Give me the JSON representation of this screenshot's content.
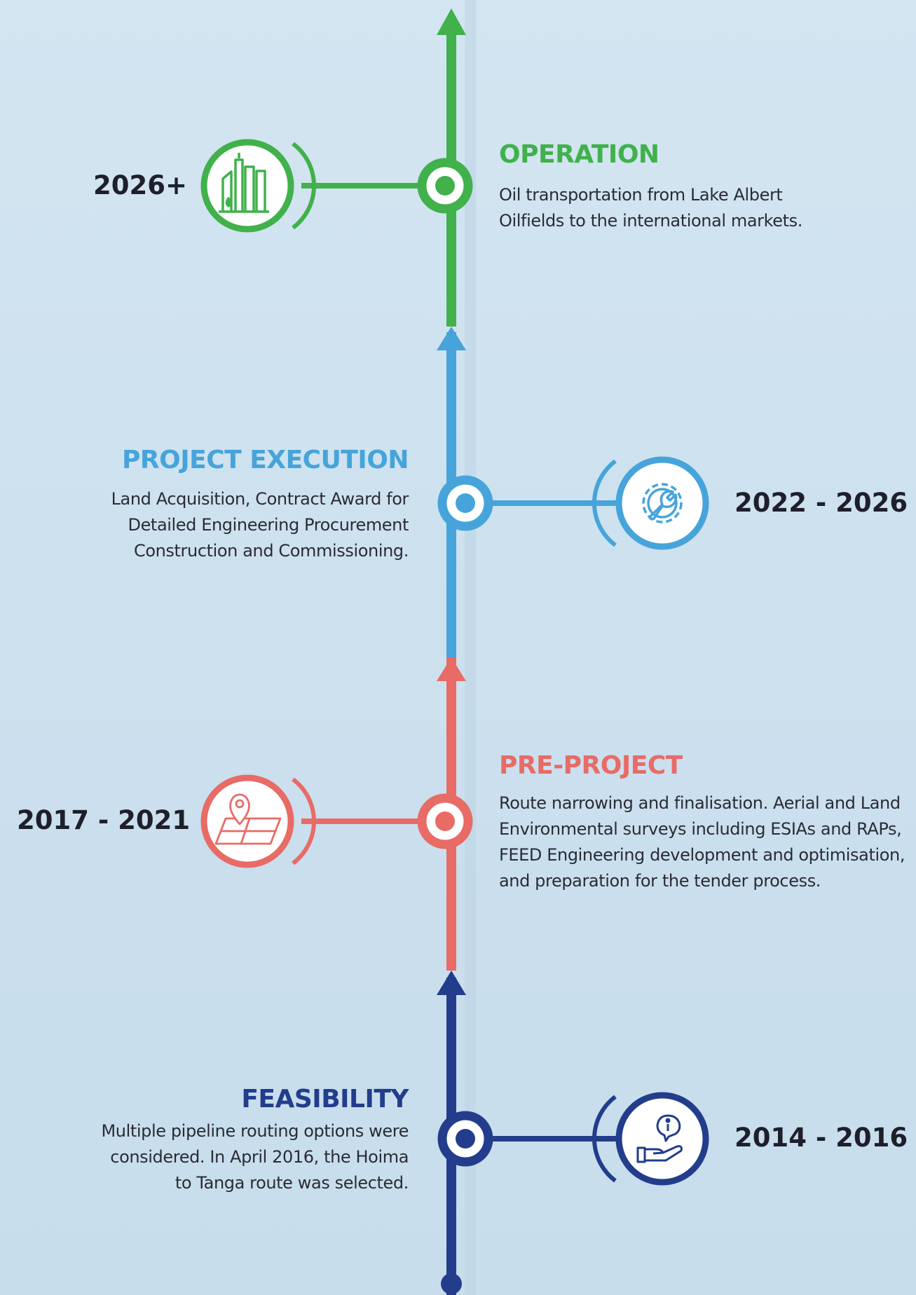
{
  "colors": {
    "operation": "#40b14b",
    "execution": "#46a4da",
    "preproject": "#e86b66",
    "feasibility": "#233d8c",
    "text_dark": "#1e1f2b"
  },
  "stages": [
    {
      "key": "operation",
      "title": "OPERATION",
      "years": "2026+",
      "description": [
        "Oil transportation from Lake Albert",
        "Oilfields to the international markets."
      ],
      "icon": "refinery-icon"
    },
    {
      "key": "execution",
      "title": "PROJECT EXECUTION",
      "years": "2022 - 2026",
      "description": [
        "Land Acquisition, Contract Award for",
        "Detailed Engineering Procurement",
        "Construction and Commissioning."
      ],
      "icon": "gear-wrench-icon"
    },
    {
      "key": "preproject",
      "title": "PRE-PROJECT",
      "years": "2017 - 2021",
      "description": [
        "Route narrowing and finalisation. Aerial and Land",
        "Environmental surveys including ESIAs and RAPs,",
        "FEED Engineering development and optimisation,",
        "and preparation for the tender process."
      ],
      "icon": "map-pin-icon"
    },
    {
      "key": "feasibility",
      "title": "FEASIBILITY",
      "years": "2014 - 2016",
      "description": [
        "Multiple pipeline routing options were",
        "considered. In April 2016, the Hoima",
        "to Tanga route was selected."
      ],
      "icon": "info-hand-icon"
    }
  ]
}
